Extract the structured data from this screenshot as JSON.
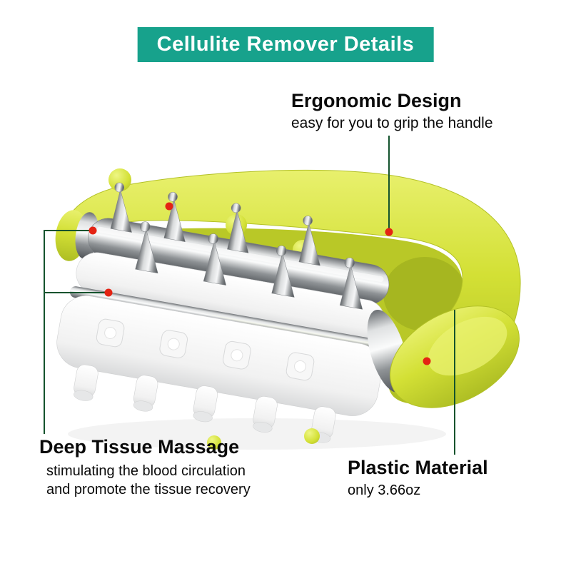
{
  "banner": {
    "label": "Cellulite Remover Details"
  },
  "callouts": {
    "ergonomic": {
      "title": "Ergonomic Design",
      "description": "easy for you to grip the handle"
    },
    "deep_tissue": {
      "title": "Deep Tissue Massage",
      "description_lines": [
        "stimulating the blood circulation",
        "and promote the tissue recovery"
      ]
    },
    "plastic": {
      "title": "Plastic Material",
      "description": "only 3.66oz"
    }
  },
  "colors": {
    "banner_bg": "#17a28c",
    "banner_text": "#ffffff",
    "callout_line": "#14532d",
    "callout_dot": "#e42313",
    "product_yellow": "#d3e035",
    "product_yellow_dark": "#a8b821",
    "chrome": "#9a9ea1",
    "body_white": "#f4f4f4"
  }
}
